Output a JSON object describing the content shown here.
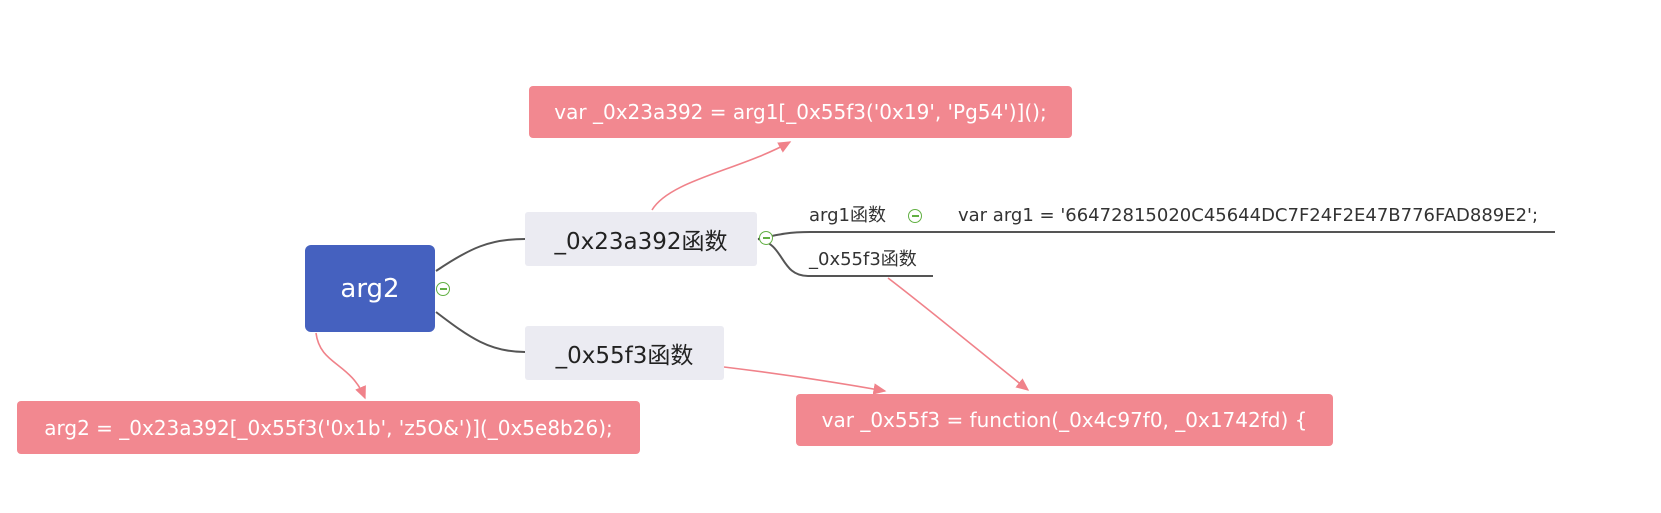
{
  "colors": {
    "root_fill": "#4561bf",
    "topic_fill": "#ebebf2",
    "note_fill": "#f28890",
    "branch_line": "#555555",
    "relation_line": "#f0828a",
    "collapse_toggle": "#62b043"
  },
  "icons": {
    "collapse": "minus-circle-icon",
    "relation_end": "arrowhead-icon"
  },
  "mindmap": {
    "root": {
      "label": "arg2"
    },
    "topics": [
      {
        "label": "_0x23a392函数"
      },
      {
        "label": "_0x55f3函数"
      }
    ],
    "subtopics": [
      {
        "label": "arg1函数"
      },
      {
        "label": "_0x55f3函数"
      }
    ],
    "details": [
      {
        "label": "var arg1 = '66472815020C45644DC7F24F2E47B776FAD889E2';"
      }
    ],
    "notes": [
      {
        "label": "var _0x23a392 = arg1[_0x55f3('0x19', 'Pg54')]();"
      },
      {
        "label": "arg2 = _0x23a392[_0x55f3('0x1b', 'z5O&')](_0x5e8b26);"
      },
      {
        "label": "var _0x55f3 = function(_0x4c97f0, _0x1742fd) {"
      }
    ]
  }
}
